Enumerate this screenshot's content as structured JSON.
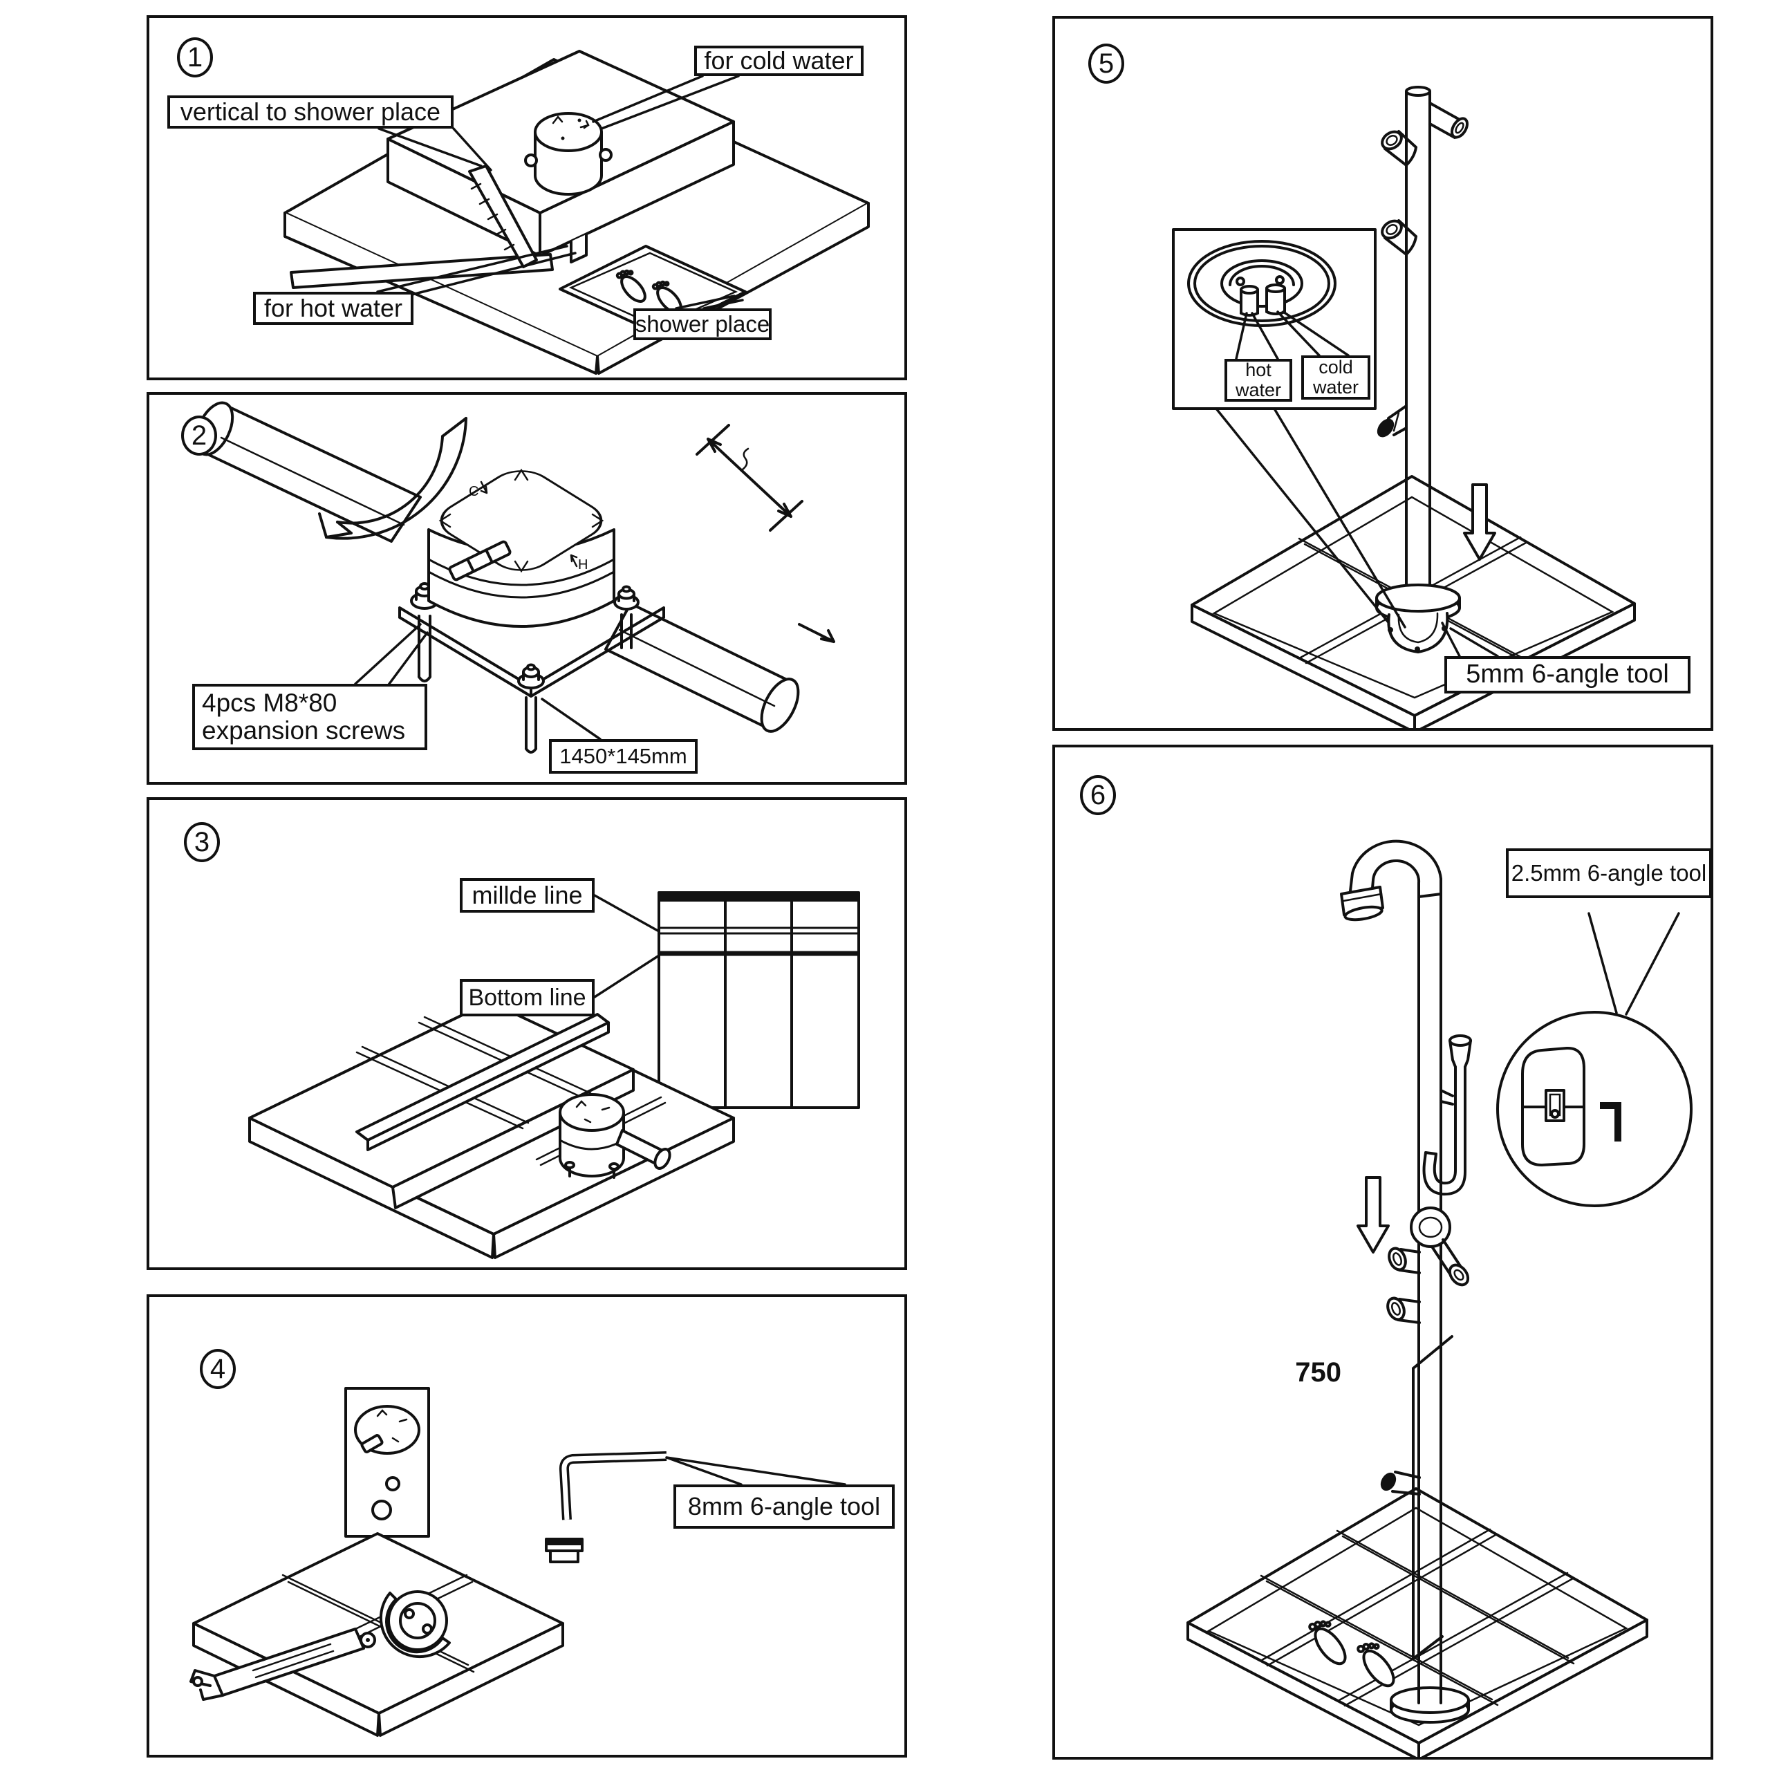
{
  "page": {
    "background": "#ffffff",
    "ink": "#111111"
  },
  "panels": [
    {
      "number": "1",
      "labels": {
        "vertical_to_shower_place": "vertical to shower place",
        "for_cold_water": "for cold water",
        "for_hot_water": "for hot water",
        "shower_place": "shower place"
      }
    },
    {
      "number": "2",
      "labels": {
        "expansion_screws_line1": "4pcs M8*80",
        "expansion_screws_line2": "expansion screws",
        "plate_dimension": "1450*145mm"
      },
      "valve_marks": {
        "cold": "C",
        "hot": "H"
      }
    },
    {
      "number": "3",
      "labels": {
        "middle_line": "millde line",
        "bottom_line": "Bottom line"
      }
    },
    {
      "number": "4",
      "labels": {
        "hex_tool": "8mm 6-angle tool"
      }
    },
    {
      "number": "5",
      "labels": {
        "hot_water": "hot water",
        "cold_water": "cold water",
        "hex_tool": "5mm 6-angle tool"
      }
    },
    {
      "number": "6",
      "labels": {
        "hex_tool": "2.5mm 6-angle tool",
        "height_dimension": "750"
      }
    }
  ]
}
